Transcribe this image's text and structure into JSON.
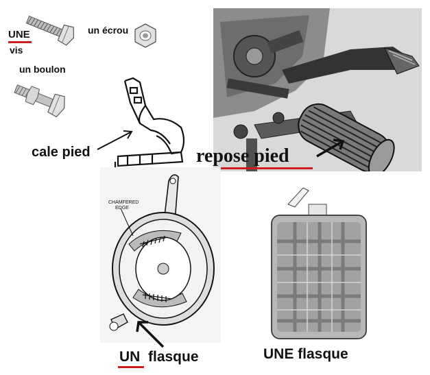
{
  "labels": {
    "une_vis_article": "UNE",
    "vis": "vis",
    "ecrou": "un écrou",
    "boulon": "un boulon",
    "cale_pied": "cale pied",
    "repose_pied": "repose pied",
    "un_flasque_article": "UN",
    "un_flasque_noun": "flasque",
    "une_flasque": "UNE flasque",
    "chamfered_edge_1": "CHAMFERED",
    "chamfered_edge_2": "EDGE"
  },
  "colors": {
    "underline": "#cc1f1f",
    "ink": "#111111",
    "photo_bg": "#d9d9d9"
  },
  "icons": [
    "screw-icon",
    "nut-icon",
    "bolt-icon",
    "toe-clip-icon",
    "footrest-photo",
    "brake-plate-icon",
    "flask-icon",
    "arrow-icon"
  ]
}
